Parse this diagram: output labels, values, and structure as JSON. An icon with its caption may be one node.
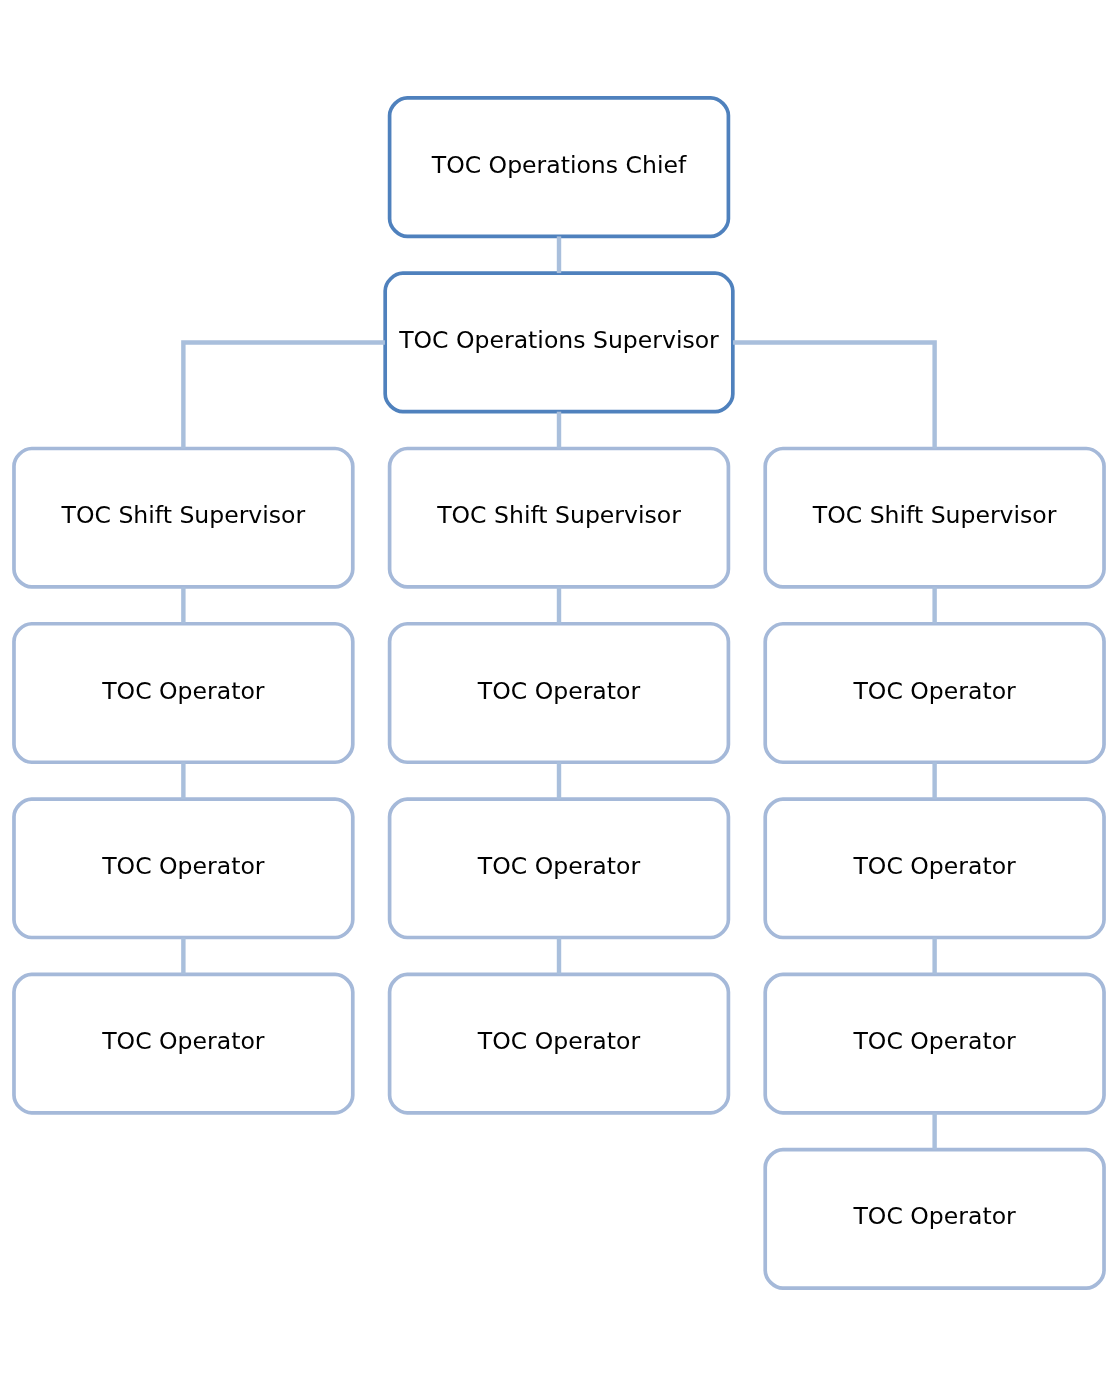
{
  "diagram": {
    "nodes": [
      {
        "text": [
          "TOC Operations Chief"
        ]
      },
      {
        "text": [
          "TOC Operations Supervisor"
        ]
      },
      {
        "text": [
          "TOC Shift Supervisor"
        ]
      },
      {
        "text": [
          "TOC Shift Supervisor"
        ]
      },
      {
        "text": [
          "TOC Shift Supervisor"
        ]
      },
      {
        "text": [
          "TOC Operator"
        ]
      },
      {
        "text": [
          "TOC Operator"
        ]
      },
      {
        "text": [
          "TOC Operator"
        ]
      },
      {
        "text": [
          "TOC Operator"
        ]
      },
      {
        "text": [
          "TOC Operator"
        ]
      },
      {
        "text": [
          "TOC Operator"
        ]
      },
      {
        "text": [
          "TOC Operator"
        ]
      },
      {
        "text": [
          "TOC Operator"
        ]
      },
      {
        "text": [
          "TOC Operator"
        ]
      },
      {
        "text": [
          "TOC Operator"
        ]
      }
    ],
    "edges": [
      {
        "from": 0,
        "to": 1,
        "arrow": "none"
      },
      {
        "from": 1,
        "to": 2,
        "arrow": "none"
      },
      {
        "from": 1,
        "to": 3,
        "arrow": "none"
      },
      {
        "from": 1,
        "to": 4,
        "arrow": "none"
      },
      {
        "from": 2,
        "to": 5,
        "arrow": "none"
      },
      {
        "from": 5,
        "to": 8,
        "arrow": "none"
      },
      {
        "from": 8,
        "to": 11,
        "arrow": "none"
      },
      {
        "from": 3,
        "to": 6,
        "arrow": "none"
      },
      {
        "from": 6,
        "to": 9,
        "arrow": "none"
      },
      {
        "from": 9,
        "to": 12,
        "arrow": "none"
      },
      {
        "from": 4,
        "to": 7,
        "arrow": "none"
      },
      {
        "from": 7,
        "to": 10,
        "arrow": "none"
      },
      {
        "from": 10,
        "to": 13,
        "arrow": "none"
      },
      {
        "from": 13,
        "to": 14,
        "arrow": "none"
      }
    ]
  }
}
